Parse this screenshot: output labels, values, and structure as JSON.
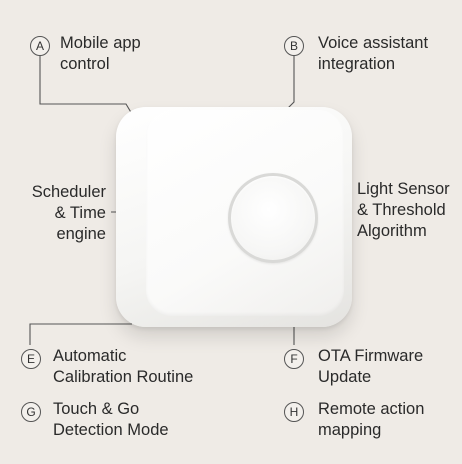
{
  "callouts": [
    {
      "letter": "A",
      "lines": [
        "Mobile app",
        "control"
      ]
    },
    {
      "letter": "B",
      "lines": [
        "Voice assistant",
        "integration"
      ]
    },
    {
      "letter": "",
      "lines": [
        "Scheduler",
        "& Time",
        "engine"
      ]
    },
    {
      "letter": "",
      "lines": [
        "Light Sensor",
        "& Threshold",
        "Algorithm"
      ]
    },
    {
      "letter": "E",
      "lines": [
        "Automatic",
        "Calibration Routine"
      ]
    },
    {
      "letter": "F",
      "lines": [
        "OTA Firmware",
        "Update"
      ]
    },
    {
      "letter": "G",
      "lines": [
        "Touch & Go",
        "Detection Mode"
      ]
    },
    {
      "letter": "H",
      "lines": [
        "Remote action",
        "mapping"
      ]
    }
  ],
  "colors": {
    "background": "#efebe6",
    "device": "#ffffff",
    "lines": "#555555"
  }
}
